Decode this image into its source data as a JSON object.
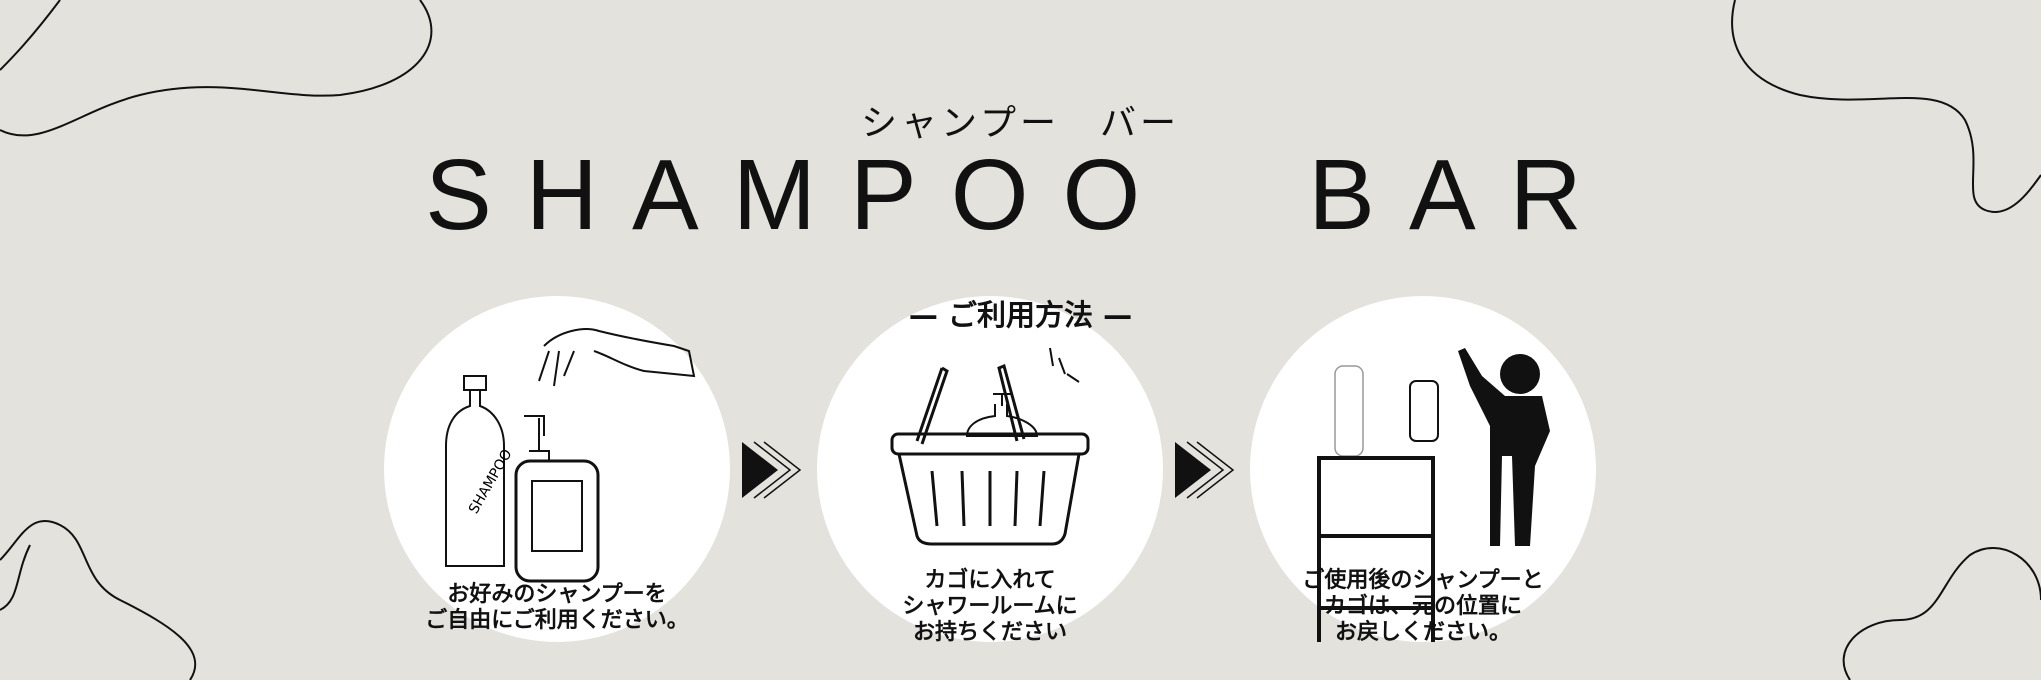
{
  "header": {
    "subtitle_kana": "シャンプー　バー",
    "title": "SHAMPOO　BAR",
    "section_label": "— ご利用方法 —"
  },
  "steps": [
    {
      "caption_lines": [
        "お好みのシャンプーを",
        "ご自由にご利用ください。"
      ],
      "illustration": "shampoo-bottles-hand-icon"
    },
    {
      "caption_lines": [
        "カゴに入れて",
        "シャワールームに",
        "お持ちください"
      ],
      "illustration": "basket-icon"
    },
    {
      "caption_lines": [
        "ご使用後のシャンプーと",
        "カゴは、元の位置に",
        "お戻しください。"
      ],
      "illustration": "person-returning-to-shelf-icon"
    }
  ],
  "bottle_label": "SHAMPOO",
  "colors": {
    "background": "#e3e2dd",
    "circle": "#ffffff",
    "ink": "#111111"
  }
}
